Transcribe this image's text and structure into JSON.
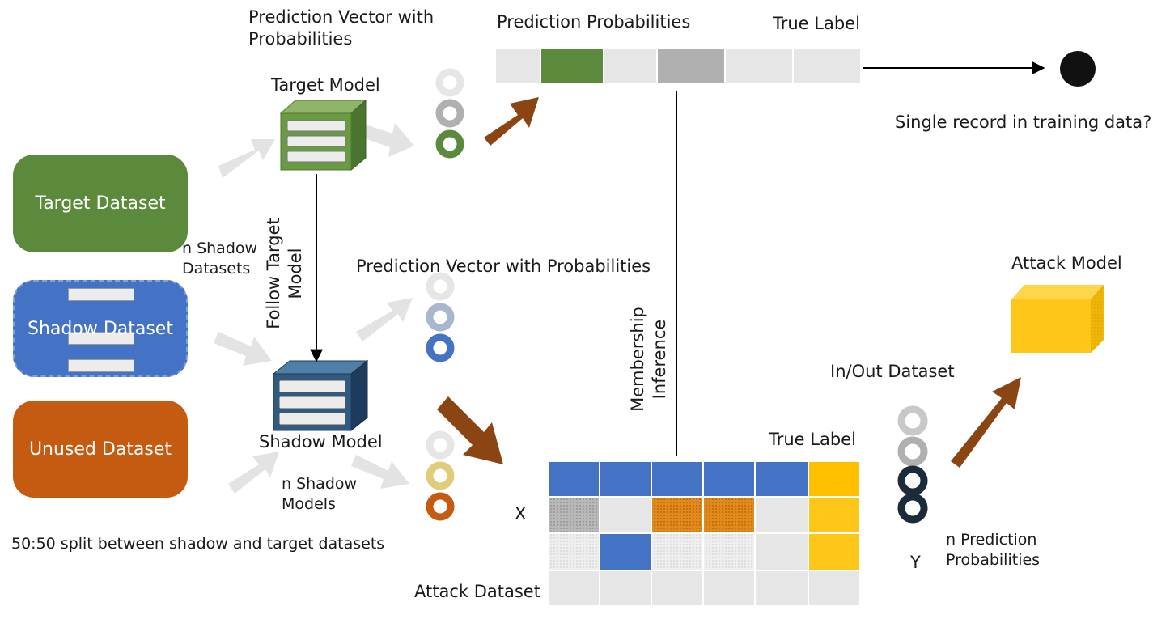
{
  "labels": {
    "pred_vec_top": "Prediction Vector with",
    "pred_vec_top_line2": "Probabilities",
    "pred_probs": "Prediction Probabilities",
    "true_label_top": "True Label",
    "target_model": "Target Model",
    "single_record": "Single record in training data?",
    "n_shadow_datasets": "n Shadow",
    "n_shadow_datasets_line2": "Datasets",
    "follow_target": "Follow Target",
    "follow_target_line2": "Model",
    "pred_vec_mid": "Prediction Vector with Probabilities",
    "membership": "Membership",
    "membership_line2": "Inference",
    "attack_model": "Attack Model",
    "in_out": "In/Out Dataset",
    "shadow_model": "Shadow Model",
    "true_label_bottom": "True Label",
    "n_shadow_models": "n Shadow",
    "n_shadow_models_line2": "Models",
    "x_label": "X",
    "y_label": "Y",
    "n_pred_probs": "n Prediction",
    "n_pred_probs_line2": "Probabilities",
    "split": "50:50 split between shadow and target datasets",
    "attack_dataset": "Attack Dataset"
  },
  "datasets": {
    "target": "Target Dataset",
    "shadow": "Shadow Dataset",
    "unused": "Unused Dataset"
  },
  "colors": {
    "green": "#5b8a3c",
    "blue": "#4472c4",
    "orange": "#c55a11",
    "yellow": "#ffc000",
    "brown": "#8b4513",
    "gray_light": "#e6e6e6",
    "gray_mid": "#b0b0b0",
    "navy": "#1f3b5c",
    "arrow_light": "#e3e3e3"
  }
}
